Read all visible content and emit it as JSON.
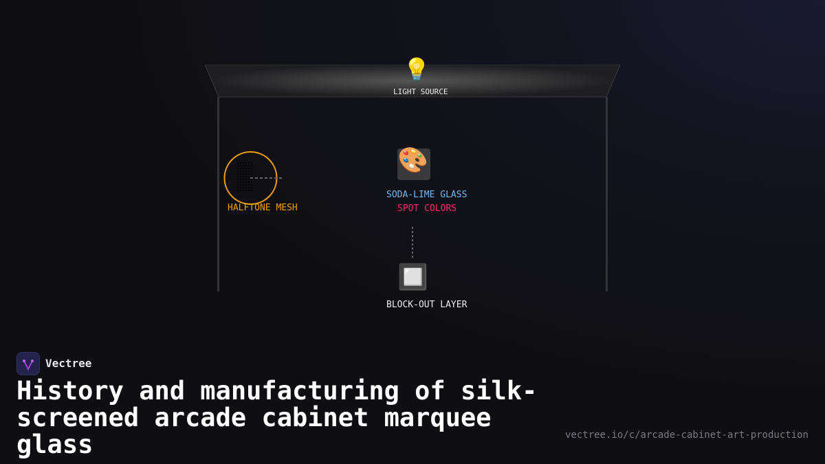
{
  "diagram": {
    "light_source": {
      "label": "LIGHT SOURCE",
      "icon": "light-bulb-icon"
    },
    "halftone": {
      "label": "HALFTONE MESH",
      "color": "#f0a010"
    },
    "glass": {
      "label": "SODA-LIME GLASS",
      "color": "#7ab8e8"
    },
    "spot": {
      "label": "SPOT COLORS",
      "color": "#ff2a6d",
      "icon": "palette-icon"
    },
    "blockout": {
      "label": "BLOCK-OUT LAYER",
      "icon": "black-square-icon"
    }
  },
  "footer": {
    "brand": "Vectree",
    "title": "History and manufacturing of silk-screened arcade cabinet marquee glass",
    "url": "vectree.io/c/arcade-cabinet-art-production"
  }
}
